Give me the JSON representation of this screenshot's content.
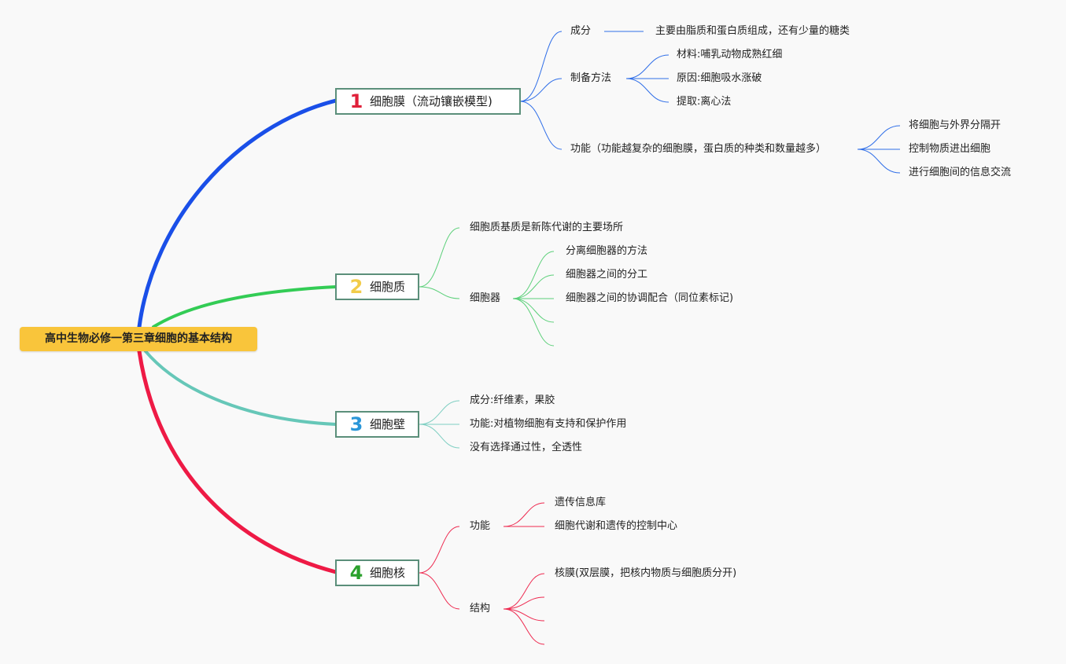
{
  "root": {
    "title": "高中生物必修一第三章细胞的基本结构"
  },
  "branches": [
    {
      "number": "1",
      "title": "细胞膜（流动镶嵌模型)",
      "color": "#1a4fe8"
    },
    {
      "number": "2",
      "title": "细胞质",
      "color": "#33cc55"
    },
    {
      "number": "3",
      "title": "细胞壁",
      "color": "#66c7b8"
    },
    {
      "number": "4",
      "title": "细胞核",
      "color": "#ee1a45"
    }
  ],
  "membrane": {
    "composition_label": "成分",
    "composition_detail": "主要由脂质和蛋白质组成，还有少量的糖类",
    "prep_label": "制备方法",
    "prep_items": [
      "材料:哺乳动物成熟红细",
      "原因:细胞吸水涨破",
      "提取:离心法"
    ],
    "function_label": "功能（功能越复杂的细胞膜，蛋白质的种类和数量越多）",
    "function_items": [
      "将细胞与外界分隔开",
      "控制物质进出细胞",
      "进行细胞间的信息交流"
    ]
  },
  "cytoplasm": {
    "matrix": "细胞质基质是新陈代谢的主要场所",
    "organelle_label": "细胞器",
    "organelle_items": [
      "分离细胞器的方法",
      "细胞器之间的分工",
      "细胞器之间的协调配合（同位素标记)",
      "",
      ""
    ]
  },
  "wall": {
    "items": [
      "成分:纤维素，果胶",
      "功能:对植物细胞有支持和保护作用",
      "没有选择通过性，全透性"
    ]
  },
  "nucleus": {
    "function_label": "功能",
    "function_items": [
      "遗传信息库",
      "细胞代谢和遗传的控制中心"
    ],
    "structure_label": "结构",
    "structure_items": [
      "核膜(双层膜，把核内物质与细胞质分开)",
      "",
      "",
      ""
    ]
  }
}
